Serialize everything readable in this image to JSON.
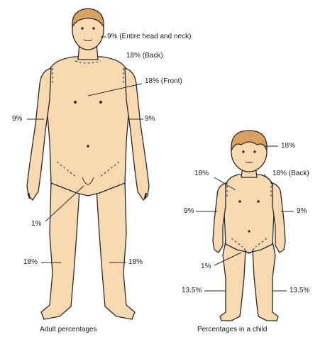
{
  "adult": {
    "labels": {
      "head": "9% (Entire head and neck)",
      "back": "18% (Back)",
      "front": "18% (Front)",
      "left_arm": "9%",
      "right_arm": "9%",
      "genital": "1%",
      "left_leg": "18%",
      "right_leg": "18%"
    },
    "caption": "Adult percentages"
  },
  "child": {
    "labels": {
      "head": "18%",
      "front": "18%",
      "back": "18% (Back)",
      "left_arm": "9%",
      "right_arm": "9%",
      "genital": "1%",
      "left_leg": "13.5%",
      "right_leg": "13.5%"
    },
    "caption": "Percentages in a child"
  },
  "colors": {
    "skin": "#f8d9b0",
    "hair": "#d9a15e",
    "outline": "#2a2a2a"
  }
}
